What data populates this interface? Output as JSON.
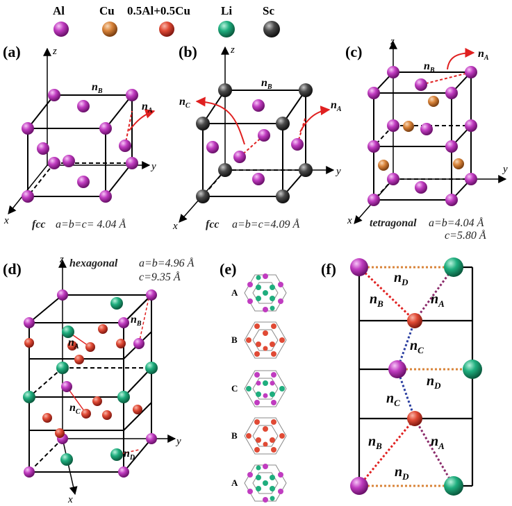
{
  "legend": [
    {
      "label": "Al",
      "color": "#c03cc0"
    },
    {
      "label": "Cu",
      "color": "#d9843a"
    },
    {
      "label": "0.5Al+0.5Cu",
      "color": "#e04a35"
    },
    {
      "label": "Li",
      "color": "#1fae7e"
    },
    {
      "label": "Sc",
      "color": "#4a4a4a"
    }
  ],
  "axes": {
    "x": "x",
    "y": "y",
    "z": "z"
  },
  "bond": {
    "n": "n",
    "A": "A",
    "B": "B",
    "C": "C",
    "D": "D"
  },
  "panels": {
    "a": {
      "label": "(a)",
      "struct": "fcc",
      "params": "a=b=c= 4.04 Å"
    },
    "b": {
      "label": "(b)",
      "struct": "fcc",
      "params": "a=b=c=4.09 Å"
    },
    "c": {
      "label": "(c)",
      "struct": "tetragonal",
      "params": "a=b=4.04 Å",
      "params2": "c=5.80 Å"
    },
    "d": {
      "label": "(d)",
      "struct": "hexagonal",
      "params": "a=b=4.96 Å",
      "params2": "c=9.35 Å"
    },
    "e": {
      "label": "(e)",
      "stacking": [
        "A",
        "B",
        "C",
        "B",
        "A"
      ]
    },
    "f": {
      "label": "(f)"
    }
  }
}
